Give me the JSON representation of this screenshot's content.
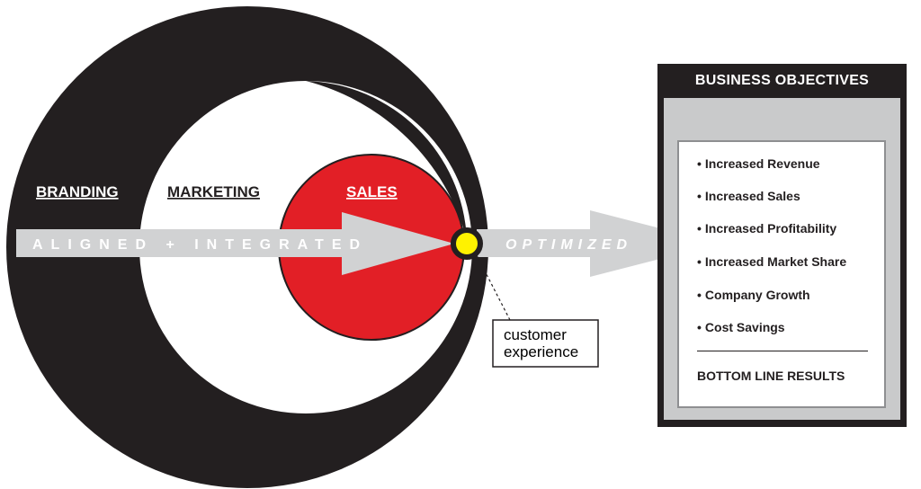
{
  "diagram": {
    "rings": {
      "branding": "BRANDING",
      "marketing": "MARKETING",
      "sales": "SALES"
    },
    "arrow_text": "ALIGNED + INTEGRATED",
    "optimized_text": "OPTIMIZED",
    "callout": {
      "line1": "customer",
      "line2": "experience"
    },
    "colors": {
      "outer_ring": "#231f20",
      "sales_circle": "#e21f26",
      "arrow": "#d1d2d3",
      "focal_point": "#fff200"
    }
  },
  "objectives": {
    "title": "BUSINESS OBJECTIVES",
    "items": [
      "Increased Revenue",
      "Increased Sales",
      "Increased Profitability",
      "Increased Market Share",
      "Company Growth",
      "Cost Savings"
    ],
    "bullet": "•",
    "result": "BOTTOM LINE RESULTS"
  }
}
